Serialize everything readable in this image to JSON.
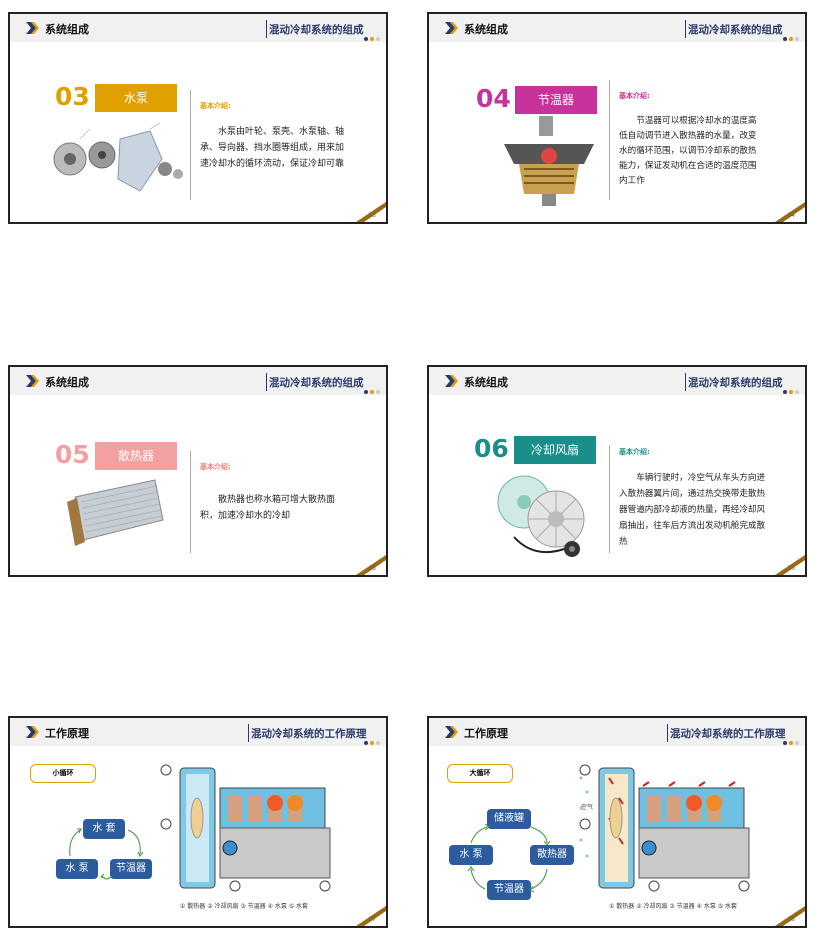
{
  "slides": [
    {
      "header": "系统组成",
      "subtitle": "混动冷却系统的组成",
      "number": "03",
      "number_color": "#e0a000",
      "badge": "水泵",
      "badge_color": "#e0a000",
      "intro_label": "基本介绍:",
      "description": "水泵由叶轮、泵壳、水泵轴、轴承、导向器、挡水圈等组成，用来加速冷却水的循环流动，保证冷却可靠",
      "page": "13"
    },
    {
      "header": "系统组成",
      "subtitle": "混动冷却系统的组成",
      "number": "04",
      "number_color": "#c7339a",
      "badge": "节温器",
      "badge_color": "#c7339a",
      "intro_label": "基本介绍:",
      "description": "节温器可以根据冷却水的温度高低自动调节进入散热器的水量，改变水的循环范围，以调节冷却系的散热能力，保证发动机在合适的温度范围内工作",
      "page": "14"
    },
    {
      "header": "系统组成",
      "subtitle": "混动冷却系统的组成",
      "number": "05",
      "number_color": "#f2a0a0",
      "badge": "散热器",
      "badge_color": "#f2a0a0",
      "intro_label": "基本介绍:",
      "description": "散热器也称水箱可增大散热面积，加速冷却水的冷却",
      "page": "15"
    },
    {
      "header": "系统组成",
      "subtitle": "混动冷却系统的组成",
      "number": "06",
      "number_color": "#1a8f8a",
      "badge": "冷却风扇",
      "badge_color": "#1a8f8a",
      "intro_label": "基本介绍:",
      "description": "车辆行驶时，冷空气从车头方向进入散热器翼片间，通过热交换带走散热器管道内部冷却液的热量，再经冷却风扇抽出，往车后方流出发动机舱完成散热",
      "page": "16"
    },
    {
      "header": "工作原理",
      "subtitle": "混动冷却系统的工作原理",
      "circuit": "小循环",
      "nodes": [
        "水 套",
        "节温器",
        "水 泵"
      ],
      "legend": "① 散热器 ② 冷却风扇 ③ 节温器 ④ 水泵 ⑤ 水套",
      "page": "17"
    },
    {
      "header": "工作原理",
      "subtitle": "混动冷却系统的工作原理",
      "circuit": "大循环",
      "nodes": [
        "储液罐",
        "散热器",
        "节温器",
        "水 泵"
      ],
      "diagram_label": "空气",
      "legend": "① 散热器 ② 冷却风扇 ③ 节温器 ④ 水泵 ⑤ 水套",
      "page": "18"
    }
  ],
  "colors": {
    "navy": "#2a3b6b",
    "gold": "#e0a000",
    "box_blue": "#2c5c9e"
  }
}
